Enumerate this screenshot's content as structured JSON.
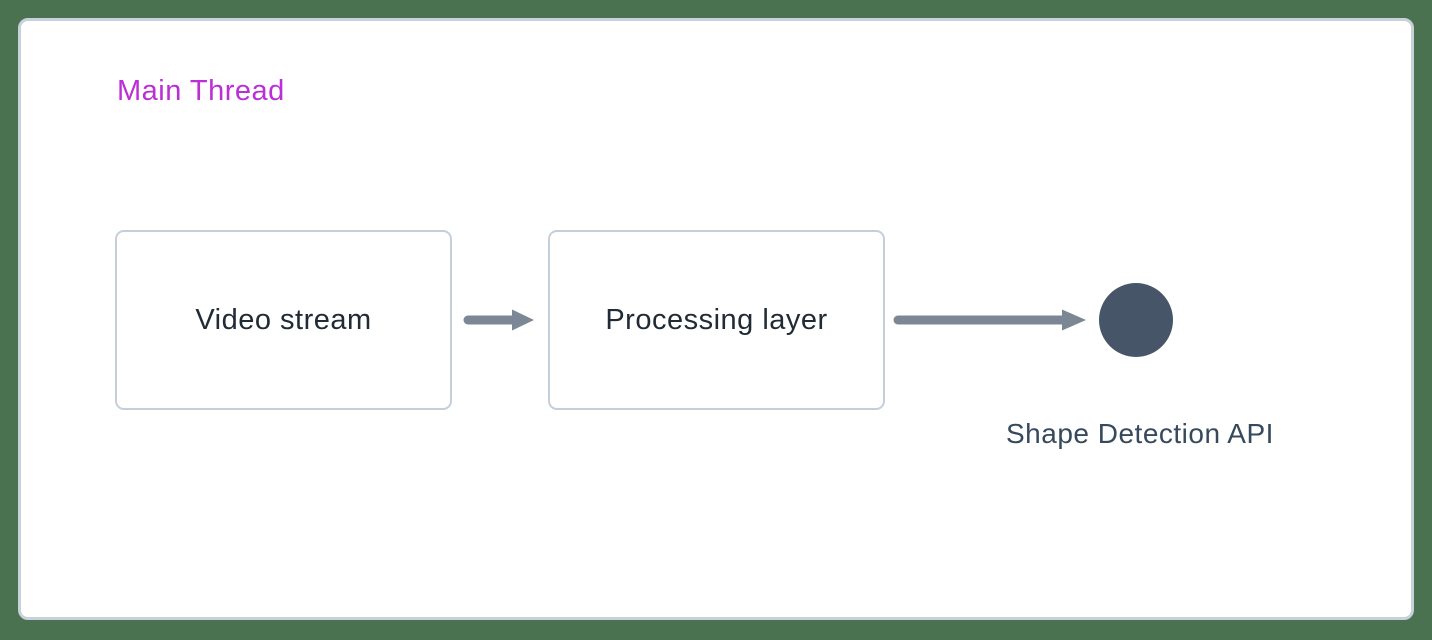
{
  "diagram": {
    "title": "Main Thread",
    "nodes": [
      {
        "id": "video-stream",
        "label": "Video stream"
      },
      {
        "id": "processing-layer",
        "label": "Processing layer"
      }
    ],
    "connections": [
      {
        "from": "video-stream",
        "to": "processing-layer",
        "style": "arrow-right"
      },
      {
        "from": "processing-layer",
        "to": "shape-detection-api",
        "style": "arrow-right"
      }
    ],
    "endpoint": {
      "label": "Shape Detection API",
      "icon": "filled-circle-icon"
    },
    "colors": {
      "background": "#4a7150",
      "panel_border": "#c7d1db",
      "node_border": "#c5cfda",
      "node_text": "#202b35",
      "arrow": "#7b8794",
      "endpoint_circle": "#475569",
      "endpoint_text": "#374a5c",
      "title_color": "#ba2fd6"
    }
  }
}
